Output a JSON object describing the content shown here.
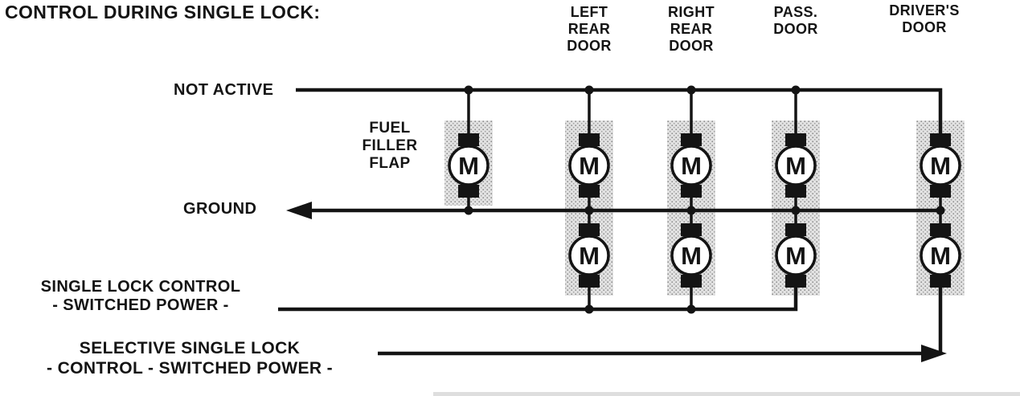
{
  "title": "CONTROL DURING SINGLE LOCK:",
  "motor_label": "M",
  "columns": [
    {
      "id": "fuel-filler-flap",
      "label": "FUEL\nFILLER\nFLAP",
      "motor_count": 1
    },
    {
      "id": "left-rear-door",
      "label": "LEFT\nREAR\nDOOR",
      "motor_count": 2
    },
    {
      "id": "right-rear-door",
      "label": "RIGHT\nREAR\nDOOR",
      "motor_count": 2
    },
    {
      "id": "pass-door",
      "label": "PASS.\nDOOR",
      "motor_count": 2
    },
    {
      "id": "drivers-door",
      "label": "DRIVER'S\nDOOR",
      "motor_count": 2
    }
  ],
  "bus_labels": {
    "not_active": "NOT ACTIVE",
    "ground": "GROUND",
    "single_lock_control": "SINGLE LOCK CONTROL\n- SWITCHED POWER -",
    "selective_single_lock": "SELECTIVE SINGLE LOCK\n- CONTROL - SWITCHED POWER -"
  },
  "colors": {
    "ink": "#141414",
    "housing_fill": "#e3e3e3",
    "background": "#ffffff"
  }
}
